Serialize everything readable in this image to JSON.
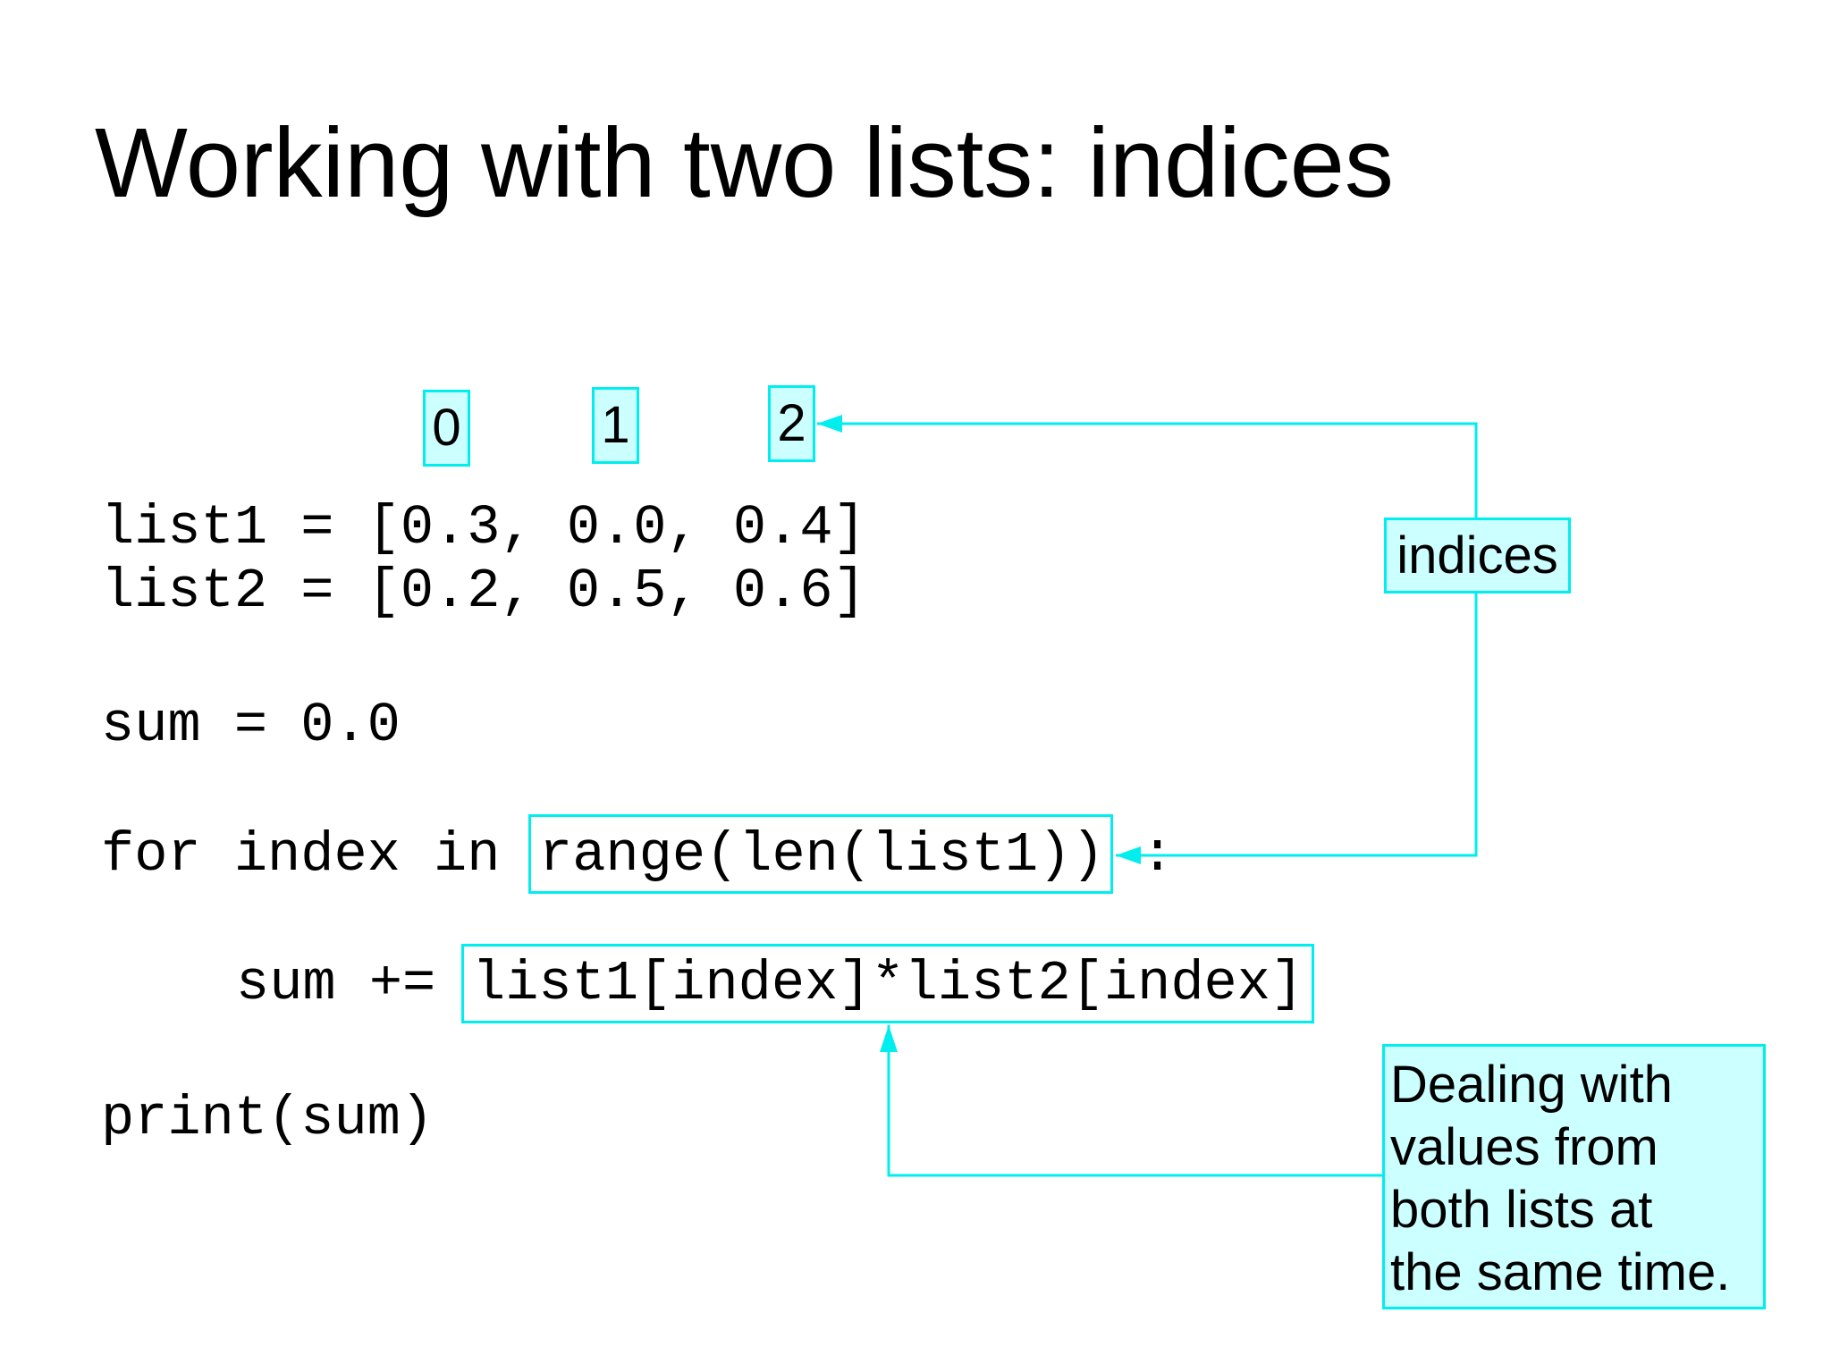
{
  "title": "Working with two lists: indices",
  "index_labels": [
    "0",
    "1",
    "2"
  ],
  "code": {
    "list1": "list1 = [0.3, 0.0, 0.4]",
    "list2": "list2 = [0.2, 0.5, 0.6]",
    "sum_init": "sum = 0.0",
    "for_prefix": "for index in ",
    "for_range": "range(len(list1))",
    "for_colon": ":",
    "sum_prefix": "sum += ",
    "sum_expr": "list1[index]*list2[index]",
    "print": "print(sum)"
  },
  "callouts": {
    "indices": "indices",
    "dealing": "Dealing with\nvalues from\nboth lists at\nthe same time."
  },
  "colors": {
    "accent_stroke": "#00eeee",
    "callout_fill": "#ccffff"
  }
}
